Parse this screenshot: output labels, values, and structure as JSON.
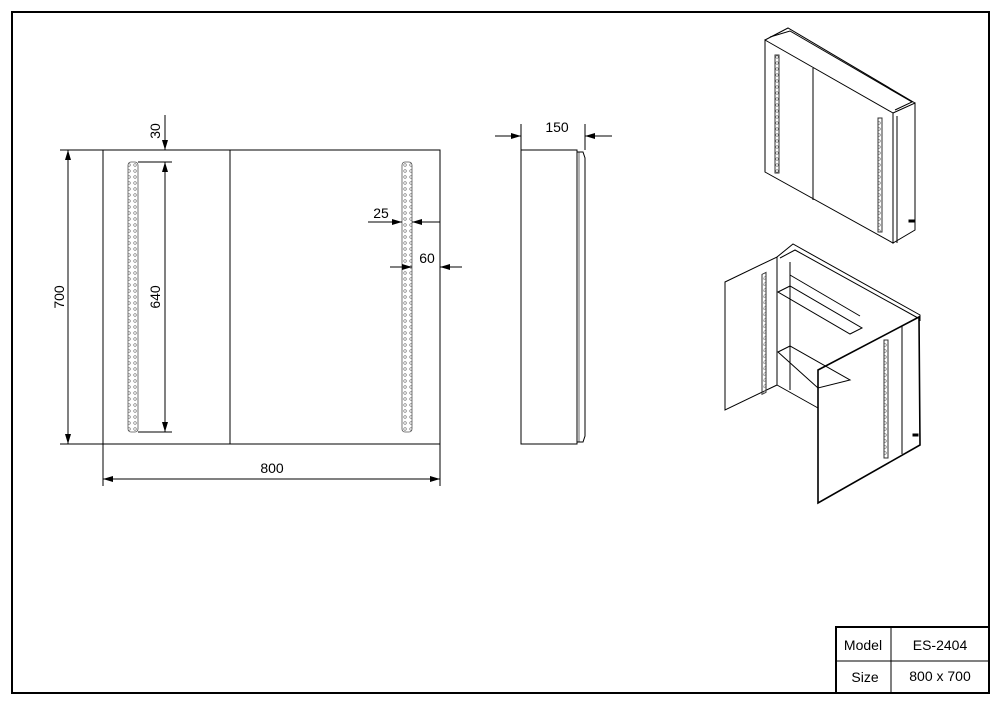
{
  "drawing": {
    "front_view": {
      "dimensions": {
        "height": "700",
        "width": "800",
        "led_length": "640",
        "led_top_offset": "30",
        "led_width": "25",
        "led_edge_offset": "60"
      }
    },
    "side_view": {
      "dimensions": {
        "depth": "150"
      }
    },
    "title_block": {
      "model_label": "Model",
      "model_value": "ES-2404",
      "size_label": "Size",
      "size_value": "800 x 700"
    }
  }
}
